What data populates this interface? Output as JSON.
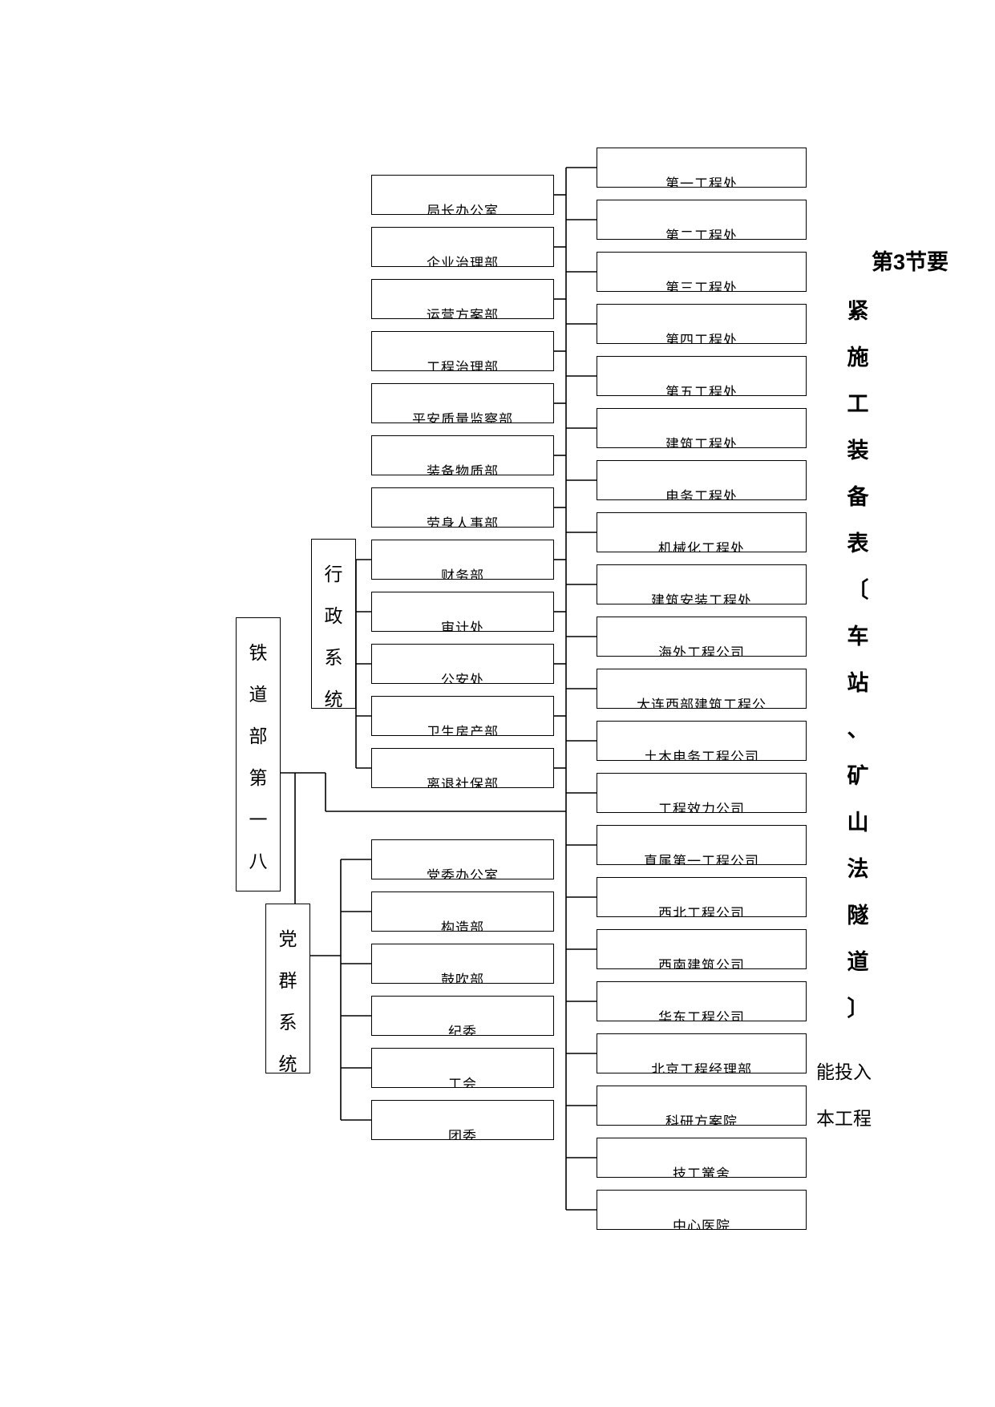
{
  "root": {
    "label": "铁道部第一八"
  },
  "admin_group": {
    "label": "行政系统"
  },
  "party_group": {
    "label": "党群系统"
  },
  "admin_depts": [
    "局长办公室",
    "企业治理部",
    "运营方案部",
    "工程治理部",
    "平安质量监察部",
    "装备物质部",
    "劳身人事部",
    "财务部",
    "审计处",
    "公安处",
    "卫生房产部",
    "离退社保部"
  ],
  "party_depts": [
    "党委办公室",
    "构造部",
    "鼓吹部",
    "纪委",
    "工会",
    "团委"
  ],
  "subsidiaries": [
    "第一工程处",
    "第二工程处",
    "第三工程处",
    "第四工程处",
    "第五工程处",
    "建筑工程处",
    "电务工程处",
    "机械化工程处",
    "建筑安装工程处",
    "海外工程公司",
    "大连西部建筑工程公",
    "土木电务工程公司",
    "工程效力公司",
    "直属第一工程公司",
    "西北工程公司",
    "西南建筑公司",
    "华东工程公司",
    "北京工程经理部",
    "科研方案院",
    "技工黉舍",
    "中心医院"
  ],
  "section_title": "第3节要",
  "vertical_title": "紧施工装备表〔车站、矿山法隧道〕",
  "side_notes": [
    "能投入",
    "本工程"
  ]
}
